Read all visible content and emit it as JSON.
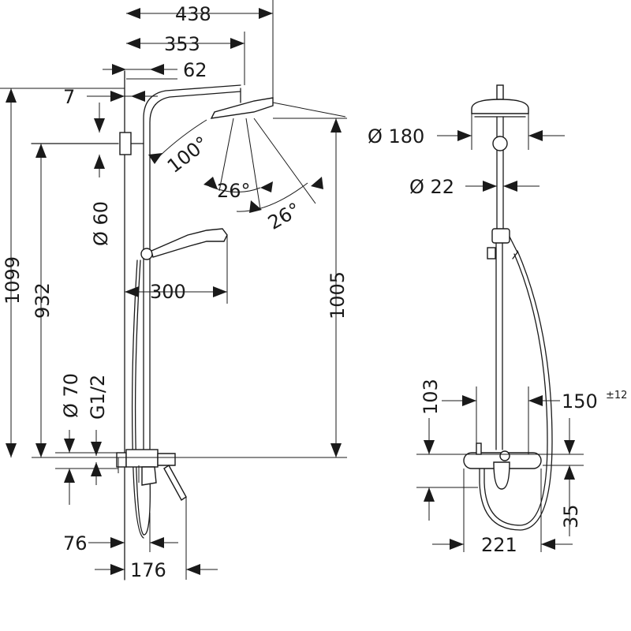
{
  "side_view": {
    "dims": {
      "width_overall": "438",
      "width_head": "353",
      "offset_arm": "62",
      "offset_wall": "7",
      "tilt_angle": "100°",
      "spray_angle_1": "26°",
      "spray_angle_2": "26°",
      "bracket_dia": "Ø 60",
      "height_total": "1099",
      "height_bracket": "932",
      "height_head": "1005",
      "hand_shower_reach": "300",
      "connection_dia": "Ø 70",
      "thread": "G1/2",
      "mixer_depth": "76",
      "mixer_projection": "176"
    }
  },
  "front_view": {
    "dims": {
      "head_dia": "Ø 180",
      "rail_dia": "Ø 22",
      "offset_left": "103",
      "offset_right": "150",
      "tolerance": "±12",
      "mixer_height": "35",
      "mixer_width": "221"
    }
  }
}
